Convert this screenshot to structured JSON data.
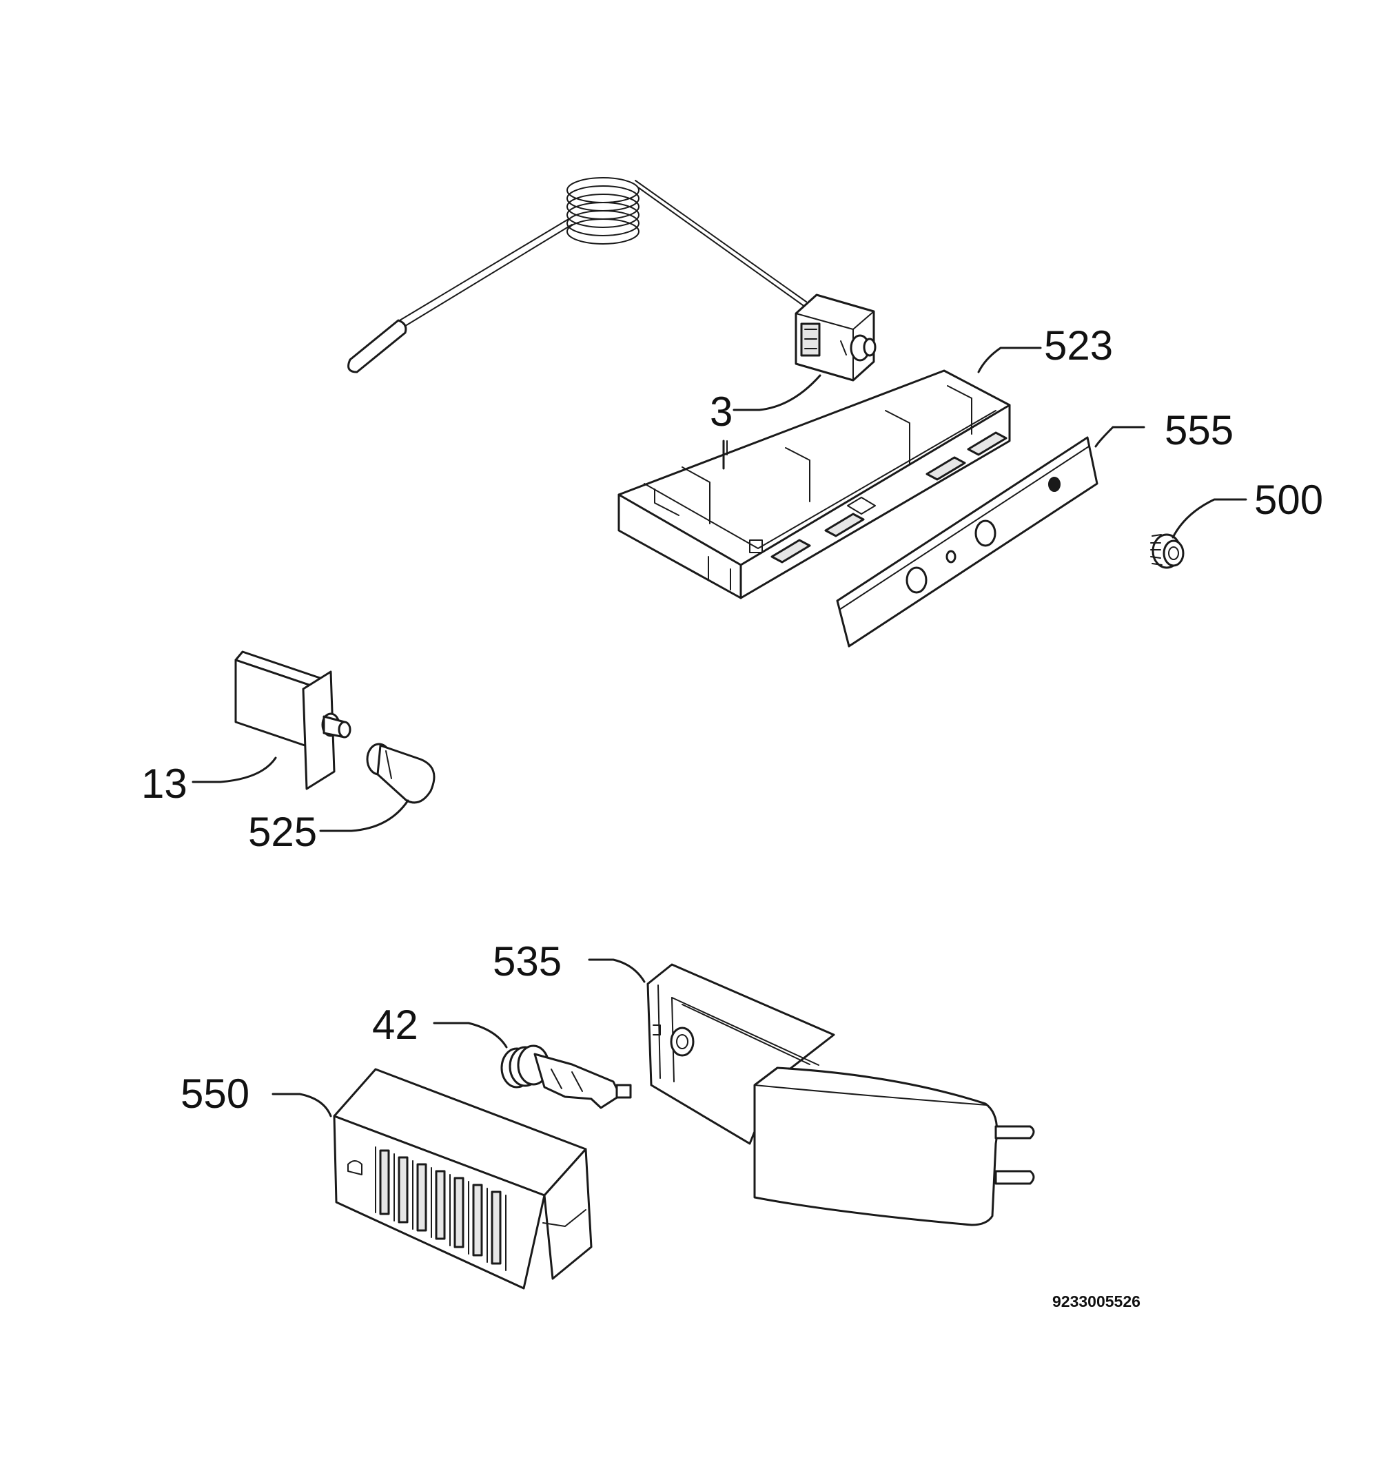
{
  "labels": {
    "p3": "3",
    "p13": "13",
    "p42": "42",
    "p500": "500",
    "p523": "523",
    "p525": "525",
    "p535": "535",
    "p550": "550",
    "p555": "555"
  },
  "drawing_number": "9233005526"
}
